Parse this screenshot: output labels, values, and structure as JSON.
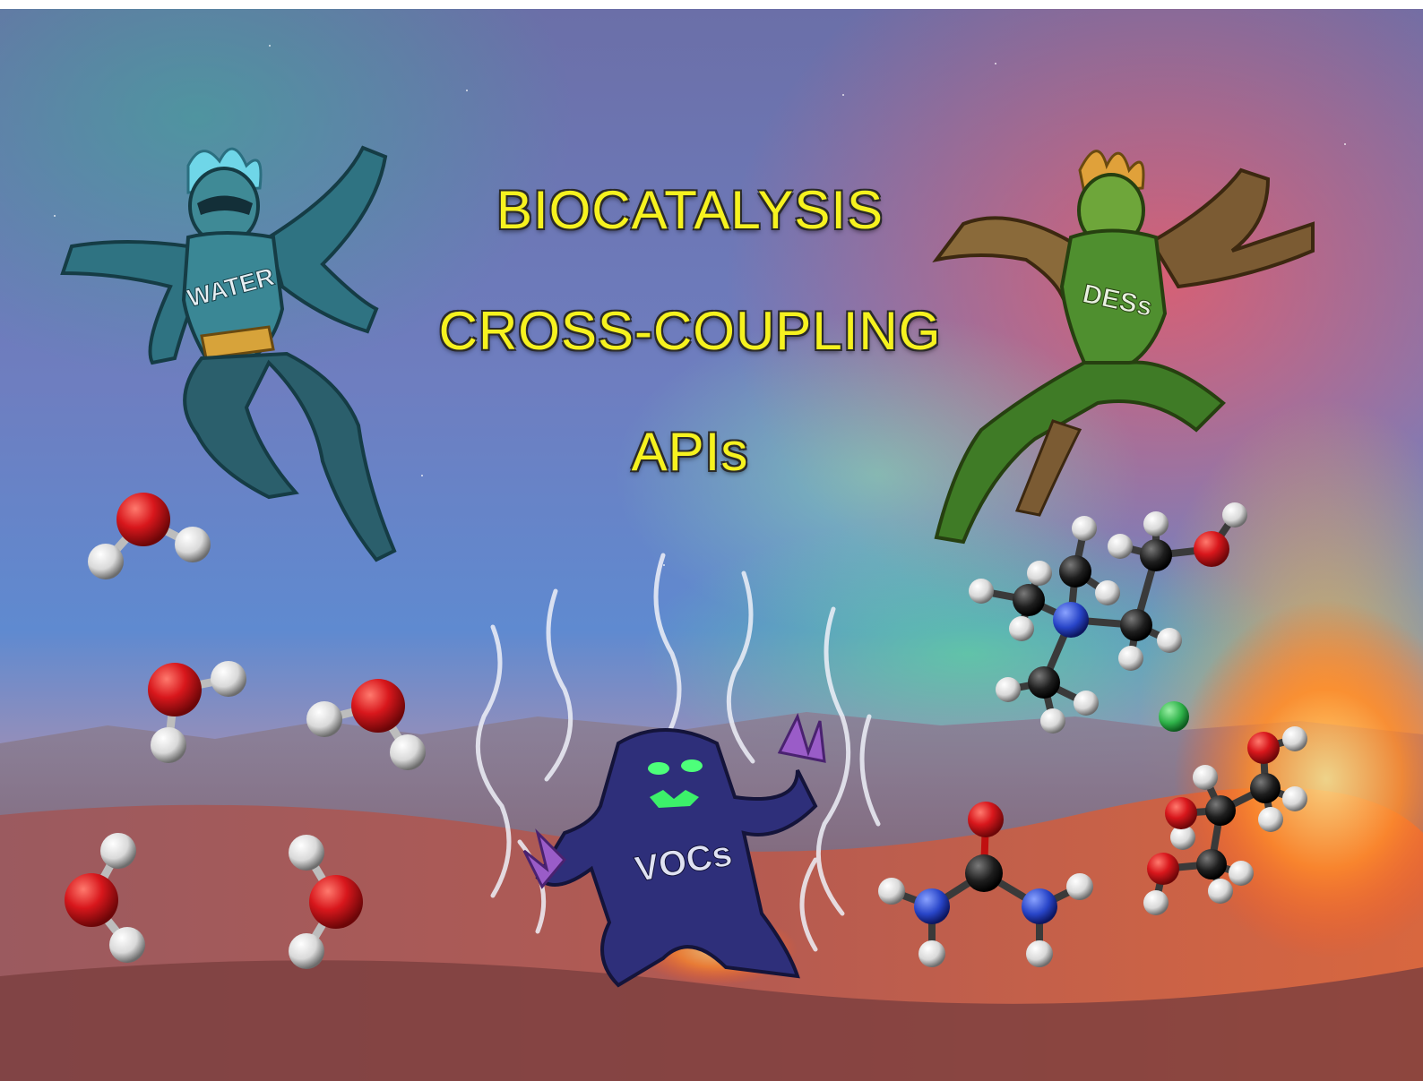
{
  "title_lines": [
    "BIOCATALYSIS",
    "CROSS-COUPLING",
    "APIs"
  ],
  "characters": {
    "water_hero": {
      "chest_label": "WATER"
    },
    "dess_hero": {
      "chest_label": "DESs"
    },
    "vocs_monster": {
      "chest_label": "VOCs"
    }
  },
  "colors": {
    "title_text": "#f6f21f",
    "oxygen": "#d8171c",
    "hydrogen": "#e9e9e9",
    "carbon": "#1e1e1e",
    "nitrogen": "#2845c8",
    "chloride": "#2fb34a"
  }
}
